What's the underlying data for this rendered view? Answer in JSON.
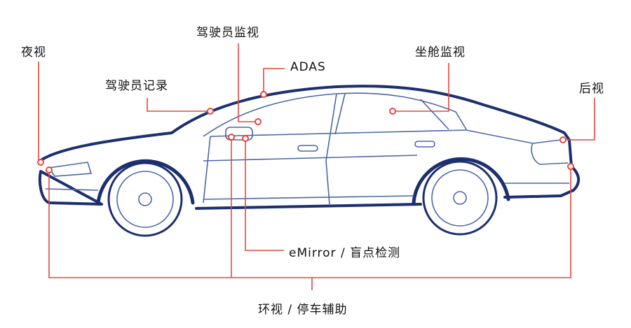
{
  "labels": {
    "night_vision": "夜视",
    "driver_recording": "驾驶员记录",
    "driver_monitoring": "驾驶员监视",
    "adas": "ADAS",
    "cabin_monitoring": "坐舱监视",
    "rear_view": "后视",
    "emirror_blind_spot": "eMirror / 盲点检测",
    "surround_parking": "环视 / 停车辅助"
  },
  "colors": {
    "car_outline": "#1c2f6e",
    "car_detail": "#4a67a8",
    "callout": "#e8463c"
  }
}
